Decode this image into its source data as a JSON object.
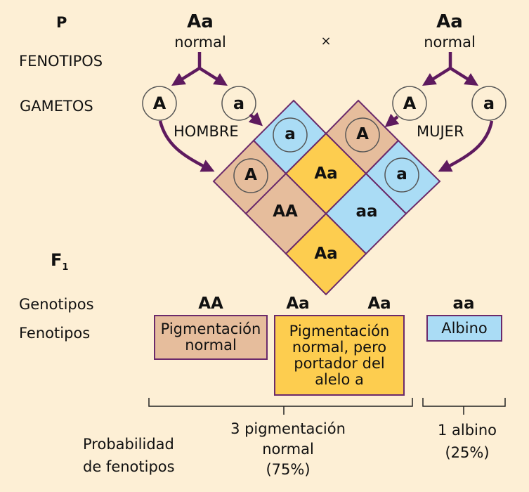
{
  "labels": {
    "p": "P",
    "fenotipos": "FENOTIPOS",
    "gametos": "GAMETOS",
    "f1": "F",
    "f1_sub": "1",
    "genotipos": "Genotipos",
    "fenotipos_f1": "Fenotipos",
    "probabilidad_line1": "Probabilidad",
    "probabilidad_line2": "de fenotipos",
    "cross": "×"
  },
  "parents": {
    "male": {
      "genotype": "Aa",
      "phenotype": "normal",
      "label": "HOMBRE",
      "gametes": [
        "A",
        "a"
      ]
    },
    "female": {
      "genotype": "Aa",
      "phenotype": "normal",
      "label": "MUJER",
      "gametes": [
        "A",
        "a"
      ]
    }
  },
  "punnett": {
    "male_headers": [
      "a",
      "A"
    ],
    "female_headers": [
      "A",
      "a"
    ],
    "cells": [
      {
        "genotype": "Aa",
        "type": "hetero"
      },
      {
        "genotype": "AA",
        "type": "dom"
      },
      {
        "genotype": "aa",
        "type": "rec"
      },
      {
        "genotype": "Aa",
        "type": "hetero"
      }
    ]
  },
  "offspring": {
    "genotypes": [
      "AA",
      "Aa",
      "Aa",
      "aa"
    ],
    "phenotypes": [
      {
        "lines": [
          "Pigmentación",
          "normal"
        ],
        "type": "dom"
      },
      {
        "lines": [
          "Pigmentación",
          "normal, pero",
          "portador del",
          "alelo a"
        ],
        "type": "hetero"
      },
      {
        "lines": [
          "Albino"
        ],
        "type": "rec"
      }
    ]
  },
  "probabilities": [
    {
      "lines": [
        "3 pigmentación",
        "normal",
        "(75%)"
      ],
      "percent": 75
    },
    {
      "lines": [
        "1 albino",
        "(25%)"
      ],
      "percent": 25
    }
  ],
  "colors": {
    "background": "#fdefd5",
    "dominant": "#e6bd9c",
    "heterozygous": "#fdcd4f",
    "recessive": "#aadcf5",
    "outline": "#6b2a6b",
    "arrow": "#5e1a5e"
  }
}
